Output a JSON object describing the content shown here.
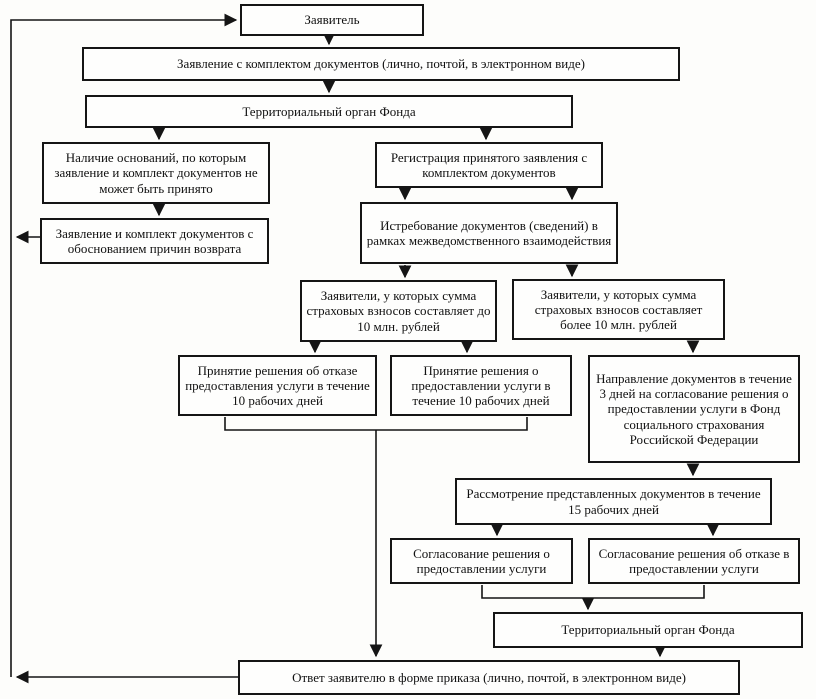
{
  "diagram": {
    "kind": "flowchart",
    "language": "ru",
    "colors": {
      "background": "#fdfdfb",
      "box_border": "#151515",
      "line": "#151515",
      "text": "#111111"
    },
    "nodes": {
      "applicant": {
        "label": "Заявитель"
      },
      "application": {
        "label": "Заявление с комплектом документов (лично, почтой, в электронном виде)"
      },
      "terr_organ_top": {
        "label": "Территориальный орган Фонда"
      },
      "grounds": {
        "label": "Наличие оснований, по которым заявление и комплект документов не может быть принято"
      },
      "return_docs": {
        "label": "Заявление и комплект документов с обоснованием причин возврата"
      },
      "registration": {
        "label": "Регистрация принятого заявления с комплектом документов"
      },
      "interagency": {
        "label": "Истребование документов (сведений) в рамках межведомственного взаимодействия"
      },
      "under_10m": {
        "label": "Заявители, у которых сумма страховых взносов составляет до 10 млн. рублей"
      },
      "over_10m": {
        "label": "Заявители, у которых сумма страховых взносов составляет более 10 млн. рублей"
      },
      "refuse_10d": {
        "label": "Принятие решения  об отказе предоставления услуги в течение 10 рабочих дней"
      },
      "grant_10d": {
        "label": "Принятие решения  о предоставлении услуги в течение 10 рабочих дней"
      },
      "send_fund": {
        "label": "Направление документов в течение 3 дней на согласование решения о предоставлении услуги в Фонд социального страхования Российской Федерации"
      },
      "review_15d": {
        "label": "Рассмотрение представленных документов в течение 15 рабочих дней"
      },
      "approve_grant": {
        "label": "Согласование решения о предоставлении услуги"
      },
      "approve_refuse": {
        "label": "Согласование решения об отказе в предоставлении услуги"
      },
      "terr_organ_bottom": {
        "label": "Территориальный орган Фонда"
      },
      "response": {
        "label": "Ответ заявителю в форме приказа (лично, почтой, в электронном виде)"
      }
    }
  }
}
